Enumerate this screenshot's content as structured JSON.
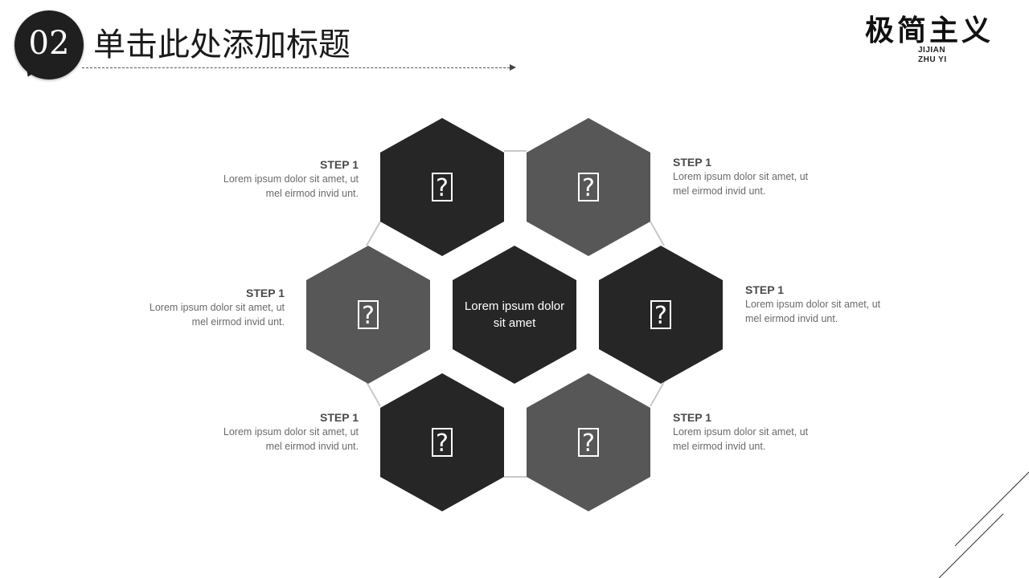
{
  "header": {
    "number": "02",
    "title": "单击此处添加标题"
  },
  "logo": {
    "chars": "极简主义",
    "sub_line1": "JIJIAN",
    "sub_line2": "ZHU YI"
  },
  "diagram": {
    "center_text": "Lorem ipsum dolor sit amet",
    "icon_glyph": "?",
    "colors": {
      "dark": "#262626",
      "grey": "#575757",
      "connector": "#c8c8c8"
    },
    "steps": [
      {
        "title": "STEP 1",
        "desc_line1": "Lorem ipsum dolor sit amet, ut",
        "desc_line2": "mel eirmod invid unt."
      },
      {
        "title": "STEP 1",
        "desc_line1": "Lorem ipsum dolor sit amet, ut",
        "desc_line2": "mel eirmod invid unt."
      },
      {
        "title": "STEP 1",
        "desc_line1": "Lorem ipsum dolor sit amet, ut",
        "desc_line2": "mel eirmod invid unt."
      },
      {
        "title": "STEP 1",
        "desc_line1": "Lorem ipsum dolor sit amet, ut",
        "desc_line2": "mel eirmod invid unt."
      },
      {
        "title": "STEP 1",
        "desc_line1": "Lorem ipsum dolor sit amet, ut",
        "desc_line2": "mel eirmod invid unt."
      },
      {
        "title": "STEP 1",
        "desc_line1": "Lorem ipsum dolor sit amet, ut",
        "desc_line2": "mel eirmod invid unt."
      }
    ]
  }
}
